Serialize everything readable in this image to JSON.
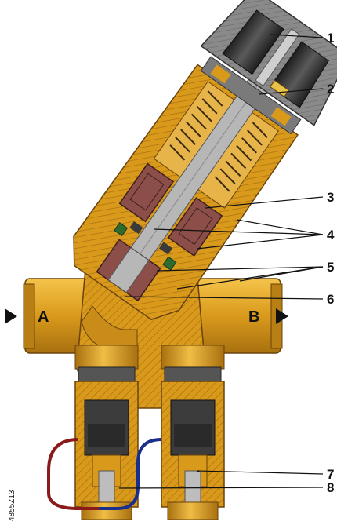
{
  "callouts": [
    "1",
    "2",
    "3",
    "4",
    "5",
    "6",
    "7",
    "8"
  ],
  "ports": {
    "inlet": "A",
    "outlet": "B"
  },
  "drawing_code": "4855Z13",
  "colors": {
    "brass": "#d99a1c",
    "brass_dark": "#8a5a10",
    "cap_grey": "#8a8a8a",
    "cap_dark": "#2b2b2b",
    "stem": "#b7b7b7",
    "diaphragm": "#8c4e48",
    "cartridge": "#3c3c3c",
    "capillary_red": "#8b1a1a",
    "capillary_blue": "#1a2f8b"
  }
}
